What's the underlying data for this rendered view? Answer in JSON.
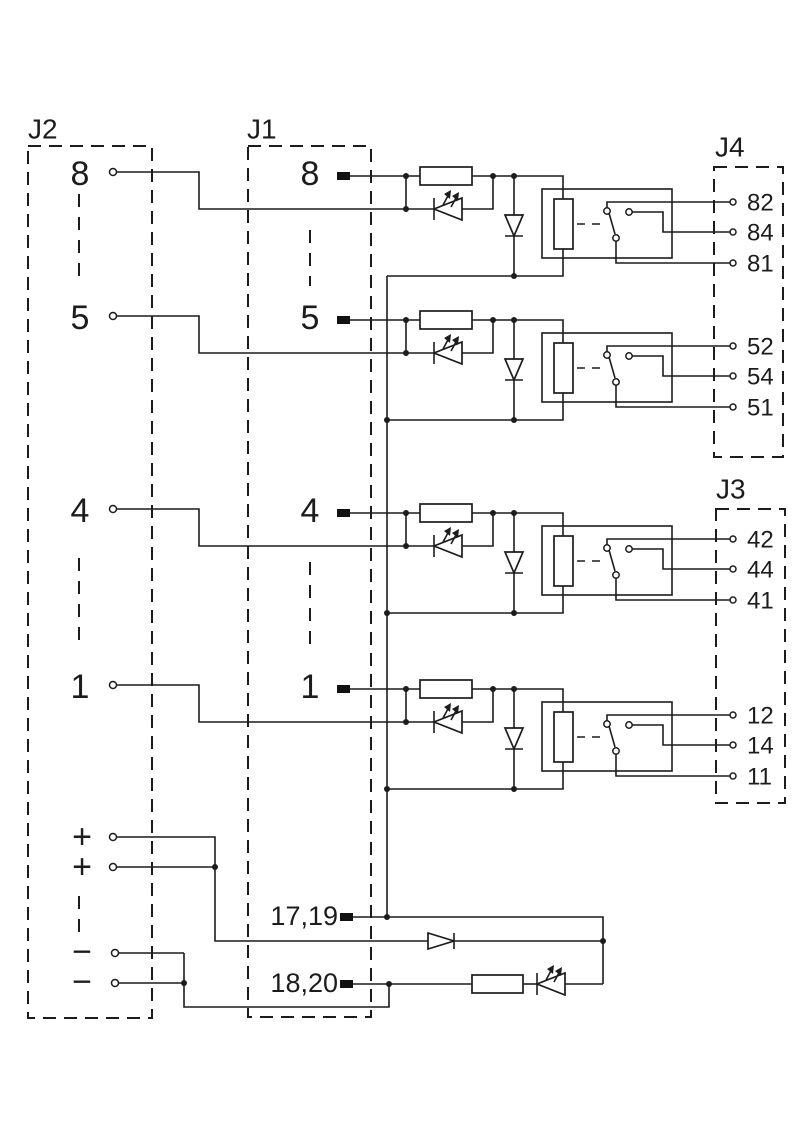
{
  "diagram_type": "relay-module wiring schematic",
  "colors": {
    "line": "#1c1c1c",
    "background": "#ffffff"
  },
  "connectors": {
    "j2": {
      "label": "J2",
      "signal_pins": [
        "8",
        "5",
        "4",
        "1"
      ],
      "positive_pins": [
        "+",
        "+"
      ],
      "negative_pins": [
        "−",
        "−"
      ]
    },
    "j1": {
      "label": "J1",
      "signal_pins": [
        "8",
        "5",
        "4",
        "1"
      ],
      "power_pins": [
        "17,19",
        "18,20"
      ]
    },
    "j4": {
      "label": "J4",
      "terminals": [
        "82",
        "84",
        "81",
        "52",
        "54",
        "51"
      ]
    },
    "j3": {
      "label": "J3",
      "terminals": [
        "42",
        "44",
        "41",
        "12",
        "14",
        "11"
      ]
    }
  }
}
